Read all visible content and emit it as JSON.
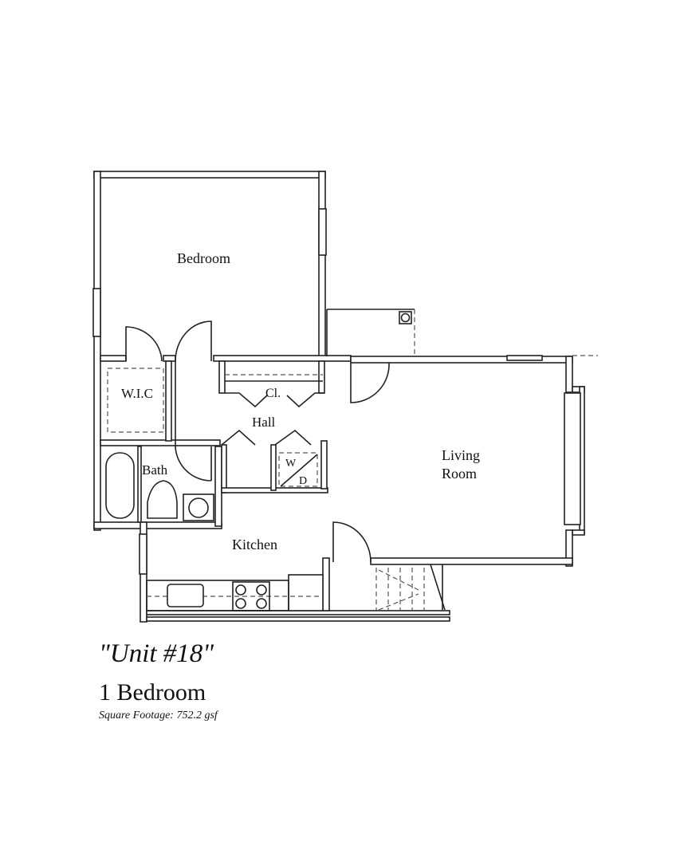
{
  "rooms": {
    "bedroom": "Bedroom",
    "wic": "W.I.C",
    "closet": "Cl.",
    "hall": "Hall",
    "bath": "Bath",
    "washer_dryer_top": "W",
    "washer_dryer_bottom": "D",
    "living_line1": "Living",
    "living_line2": "Room",
    "kitchen": "Kitchen"
  },
  "caption": {
    "unit": "\"Unit #18\"",
    "type": "1 Bedroom",
    "square_footage": "Square Footage:  752.2 gsf"
  }
}
